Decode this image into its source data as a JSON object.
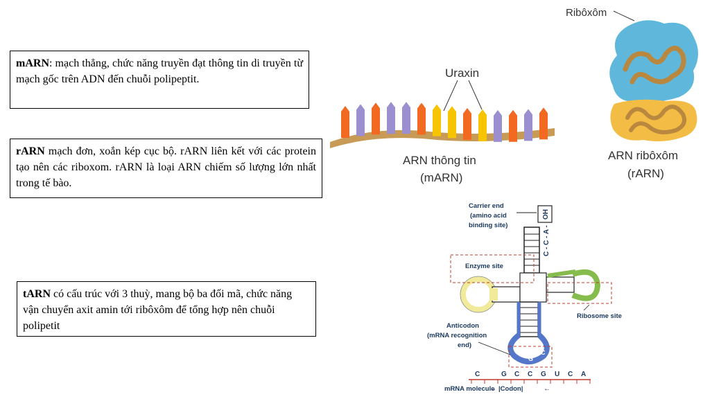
{
  "text_boxes": {
    "marn": {
      "term": "mARN",
      "body": ": mạch thẳng, chức năng truyền đạt thông tin di truyền từ mạch gốc trên ADN đến chuỗi polipeptit."
    },
    "rarn": {
      "term": "rARN",
      "body": " mạch đơn, xoắn kép cục bộ. rARN liên kết với các protein tạo nên các riboxom. rARN là loại ARN chiếm số lượng lớn nhất trong tế bào."
    },
    "tarn": {
      "term": "tARN",
      "body": " có cấu trúc với 3 thuỳ, mang bộ ba đối mã, chức năng vận chuyển axit amin tới ribôxôm để tổng hợp nên chuỗi polipetit"
    }
  },
  "mrna_figure": {
    "label_top": "Uraxin",
    "caption_line1": "ARN thông tin",
    "caption_line2": "(mARN)",
    "colors": {
      "strand": "#c79a55",
      "orange": "#f26a21",
      "purple": "#9b8fcf",
      "yellow": "#f6c400"
    }
  },
  "ribosome_figure": {
    "label_top": "Ribôxôm",
    "caption_line1": "ARN ribôxôm",
    "caption_line2": "(rARN)",
    "colors": {
      "upper": "#5fb8dc",
      "lower": "#f3bd45",
      "strand": "#b9873e"
    }
  },
  "trna_figure": {
    "carrier_line1": "Carrier end",
    "carrier_line2": "(amino acid",
    "carrier_line3": "binding site)",
    "oh_label": "OH",
    "cca_label": "C - C - A -",
    "enzyme_label": "Enzyme site",
    "ribosome_label": "Ribosome site",
    "anticodon_line1": "Anticodon",
    "anticodon_line2": "(mRNA recognition",
    "anticodon_line3": "end)",
    "anticodon_bases": [
      "G",
      "G",
      "C"
    ],
    "mrna_bases": [
      "C",
      "G",
      "C",
      "C",
      "G",
      "U",
      "C",
      "A"
    ],
    "mrna_molecule_label": "mRNA molecule",
    "codon_label": "|Codon|",
    "colors": {
      "yellow_loop": "#f0ea9a",
      "green_loop": "#86bb4d",
      "blue_loop": "#5577c9",
      "label": "#1c3a63",
      "dash": "#c0392b"
    }
  }
}
